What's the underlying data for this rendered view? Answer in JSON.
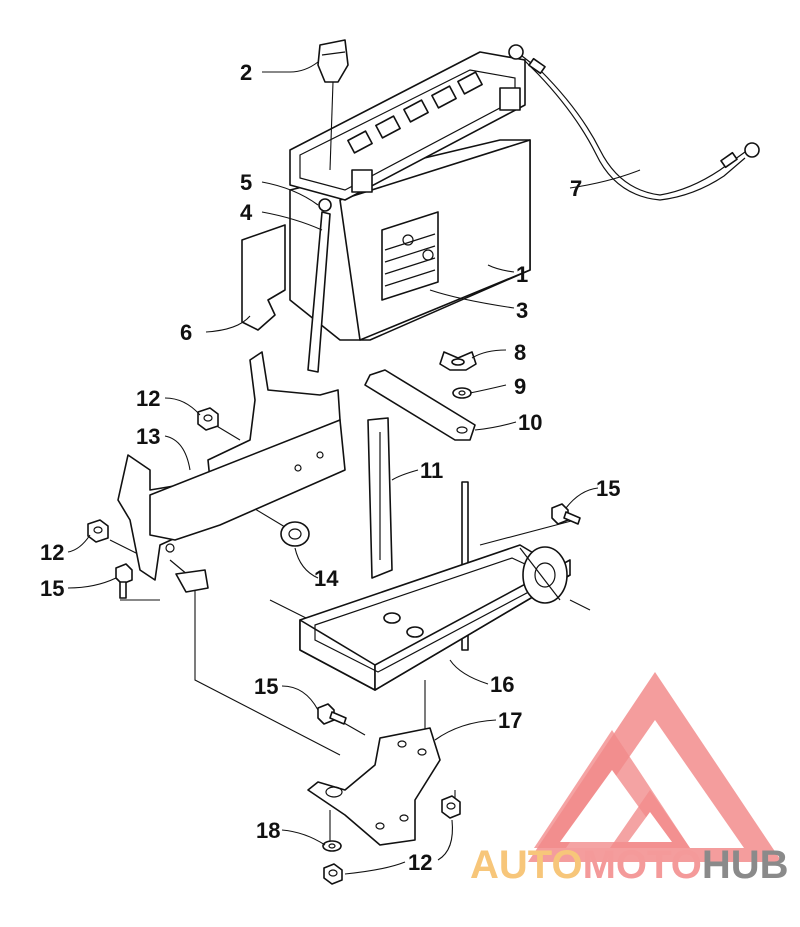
{
  "callouts": [
    {
      "id": "callout-1",
      "label": "1"
    },
    {
      "id": "callout-2",
      "label": "2"
    },
    {
      "id": "callout-3",
      "label": "3"
    },
    {
      "id": "callout-4",
      "label": "4"
    },
    {
      "id": "callout-5",
      "label": "5"
    },
    {
      "id": "callout-6",
      "label": "6"
    },
    {
      "id": "callout-7",
      "label": "7"
    },
    {
      "id": "callout-8",
      "label": "8"
    },
    {
      "id": "callout-9",
      "label": "9"
    },
    {
      "id": "callout-10",
      "label": "10"
    },
    {
      "id": "callout-11",
      "label": "11"
    },
    {
      "id": "callout-12a",
      "label": "12"
    },
    {
      "id": "callout-12b",
      "label": "12"
    },
    {
      "id": "callout-12c",
      "label": "12"
    },
    {
      "id": "callout-13",
      "label": "13"
    },
    {
      "id": "callout-14",
      "label": "14"
    },
    {
      "id": "callout-15a",
      "label": "15"
    },
    {
      "id": "callout-15b",
      "label": "15"
    },
    {
      "id": "callout-15c",
      "label": "15"
    },
    {
      "id": "callout-16",
      "label": "16"
    },
    {
      "id": "callout-17",
      "label": "17"
    },
    {
      "id": "callout-18",
      "label": "18"
    }
  ],
  "watermark": {
    "brand_auto": "AUTO",
    "brand_moto": "MOTO",
    "brand_hub": "HUB",
    "color_auto": "#f7c67a",
    "color_moto": "#f49a9a",
    "color_hub": "#8a8a8a",
    "logo_color": "#f07878"
  }
}
